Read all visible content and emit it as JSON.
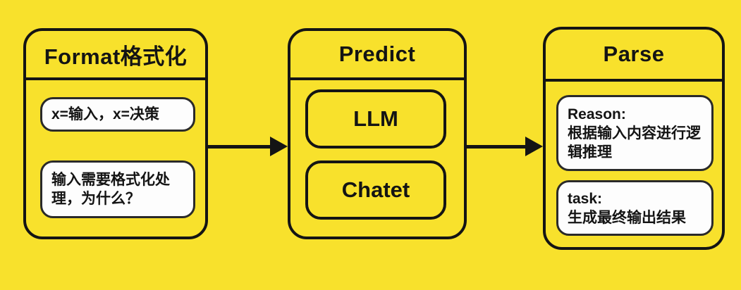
{
  "colors": {
    "background": "#F8E12C",
    "outline": "#141414",
    "chip_fill_white": "#FDFDFD",
    "text": "#141414"
  },
  "nodes": {
    "format": {
      "title": "Format格式化",
      "chip1": "x=输入，x=决策",
      "chip2": "输入需要格式化处理，为什么？"
    },
    "predict": {
      "title": "Predict",
      "chip1": "LLM",
      "chip2": "Chatet"
    },
    "parse": {
      "title": "Parse",
      "chip1_label": "Reason:",
      "chip1_text": "根据输入内容进行逻辑推理",
      "chip2_label": "task:",
      "chip2_text": "生成最终输出结果"
    }
  }
}
